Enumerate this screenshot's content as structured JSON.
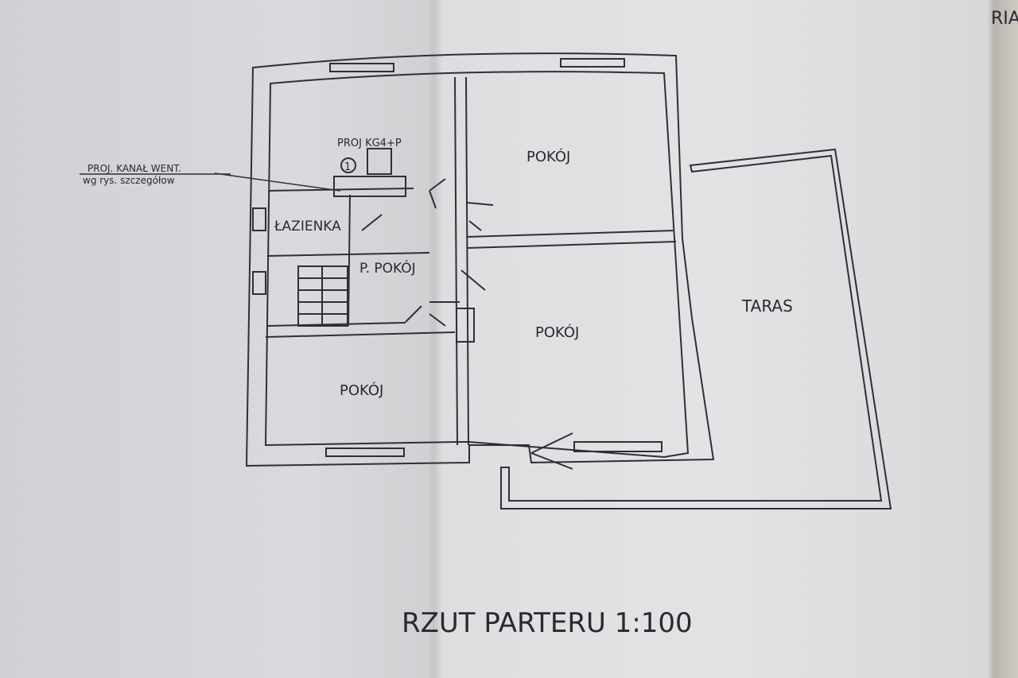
{
  "plan": {
    "title": "RZUT PARTERU 1:100",
    "rooms": {
      "kitchen_label": "PROJ KG4+P",
      "kitchen_marker": "1",
      "vent_note_line1": "PROJ. KANAŁ WENT.",
      "vent_note_line2": "wg rys. szczegółow",
      "bathroom": "ŁAZIENKA",
      "hall": "P. POKÓJ",
      "room_top_right": "POKÓJ",
      "room_middle_right": "POKÓJ",
      "room_bottom_left": "POKÓJ",
      "terrace": "TARAS"
    },
    "edge_text": "RIA"
  }
}
